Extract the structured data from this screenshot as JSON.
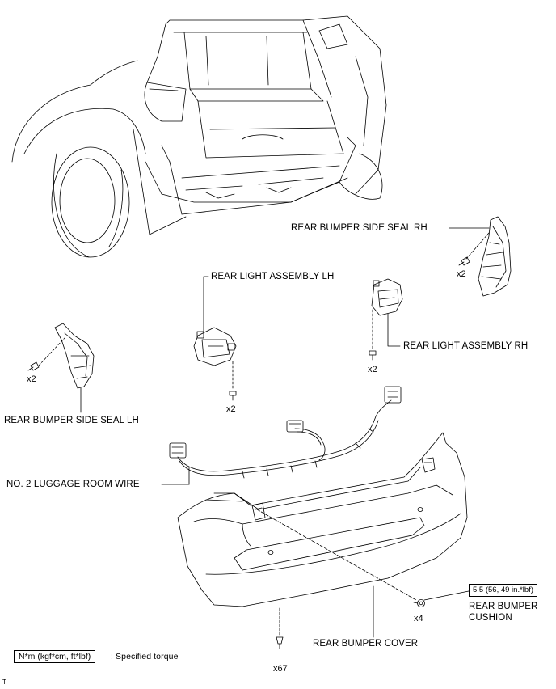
{
  "labels": {
    "seal_rh": "REAR BUMPER SIDE SEAL RH",
    "light_lh": "REAR LIGHT ASSEMBLY LH",
    "light_rh": "REAR LIGHT ASSEMBLY RH",
    "seal_lh": "REAR BUMPER SIDE SEAL LH",
    "wire": "NO. 2 LUGGAGE ROOM WIRE",
    "cover": "REAR BUMPER COVER",
    "cushion_line1": "REAR BUMPER",
    "cushion_line2": "CUSHION"
  },
  "quantities": {
    "seal_rh_screw": "x2",
    "seal_lh_screw": "x2",
    "light_lh_bolt": "x2",
    "light_rh_bolt": "x2",
    "cushion": "x4",
    "clips": "x67"
  },
  "torque": {
    "value": "5.5 (56, 49 in.*lbf)"
  },
  "legend": {
    "unit_box": "N*m (kgf*cm, ft*lbf)",
    "description": ": Specified torque"
  },
  "footer_mark": "T"
}
